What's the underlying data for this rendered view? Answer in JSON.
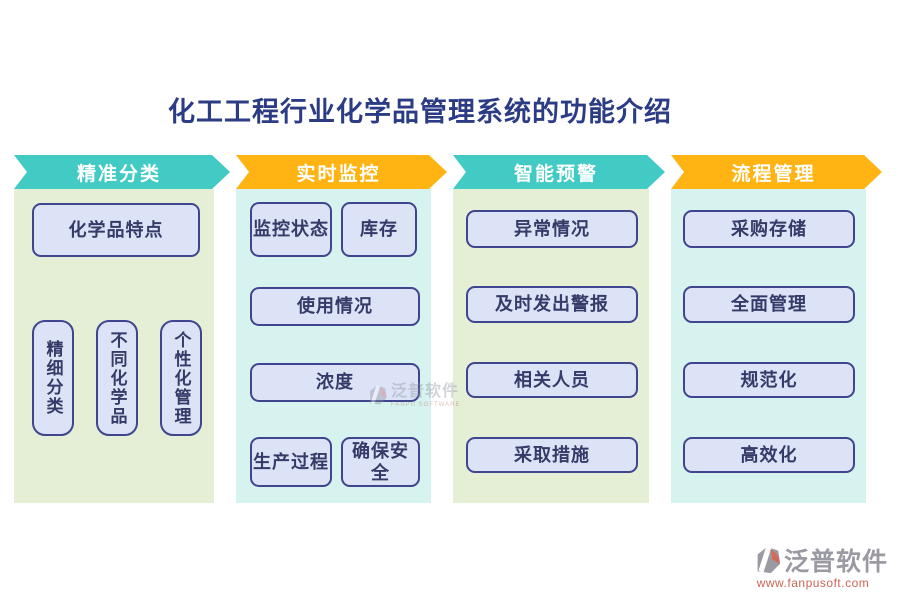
{
  "title": "化工工程行业化学品管理系统的功能介绍",
  "columns": [
    {
      "header": "精准分类",
      "accent": "#41cbc4",
      "panel_color": "#e4efd5",
      "boxes": [
        "化学品特点",
        "精细分类",
        "不同化学品",
        "个性化管理"
      ]
    },
    {
      "header": "实时监控",
      "accent": "#ffb414",
      "panel_color": "#d6f3ef",
      "boxes": [
        "监控状态",
        "库存",
        "使用情况",
        "浓度",
        "生产过程",
        "确保安全"
      ]
    },
    {
      "header": "智能预警",
      "accent": "#41cbc4",
      "panel_color": "#e4efd5",
      "boxes": [
        "异常情况",
        "及时发出警报",
        "相关人员",
        "采取措施"
      ]
    },
    {
      "header": "流程管理",
      "accent": "#ffb414",
      "panel_color": "#d6f3ef",
      "boxes": [
        "采购存储",
        "全面管理",
        "规范化",
        "高效化"
      ]
    }
  ],
  "watermark": {
    "brand": "泛普软件",
    "subtext": "FANPU SOFTWARE"
  },
  "footer": {
    "brand": "泛普软件",
    "url": "www.fanpusoft.com"
  },
  "colors": {
    "title_text": "#2b3c85",
    "teal_arrow": "#41cbc4",
    "orange_arrow": "#ffb414",
    "green_panel": "#e4efd5",
    "cyan_panel": "#d6f3ef",
    "box_fill": "#dce3f6",
    "box_border": "#3f458f",
    "box_text": "#363a68",
    "header_text": "#ffffff",
    "footer_gray": "#9a9aa2",
    "footer_red": "#c96555"
  }
}
